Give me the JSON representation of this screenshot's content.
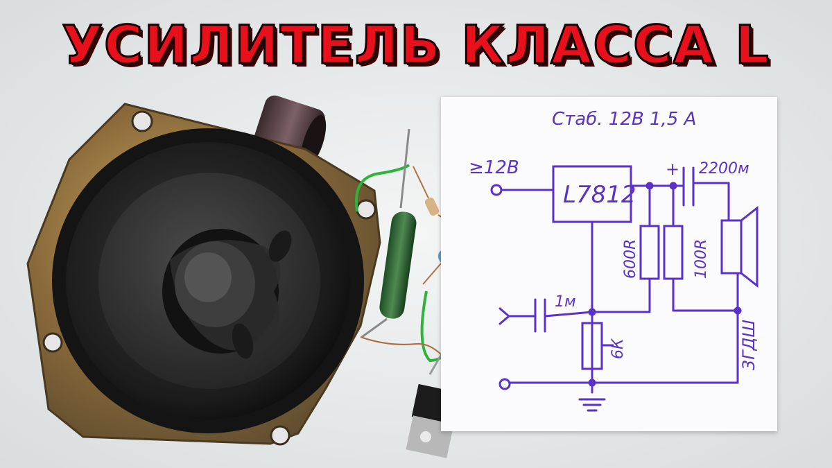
{
  "headline": {
    "text": "УСИЛИТЕЛЬ КЛАССА L"
  },
  "schematic": {
    "caption": "Стаб. 12В 1,5 А",
    "input_voltage": "≥12В",
    "regulator": "L7812",
    "capacitor_out": "2200м",
    "capacitor_in": "1м",
    "resistor_1": "600R",
    "resistor_2": "100R",
    "potentiometer": "6К",
    "speaker": "3ГДШ",
    "plus_sign": "+"
  },
  "colors": {
    "headline_red": "#e8101a",
    "ink": "#5a32c8",
    "paper": "#fbfbfd"
  }
}
